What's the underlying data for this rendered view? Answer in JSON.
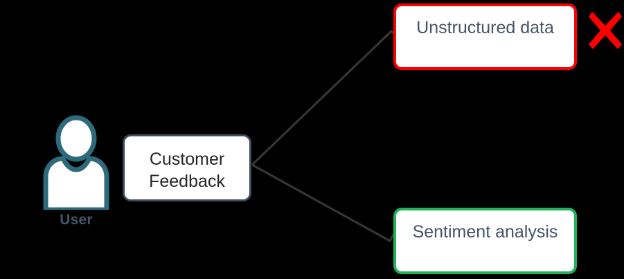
{
  "diagram": {
    "type": "flow-diagram",
    "background_color": "#000000",
    "actor": {
      "icon": "user-person-icon",
      "label": "User",
      "label_color": "#44546a",
      "icon_color": "#2d6a7c"
    },
    "nodes": [
      {
        "id": "customer-feedback",
        "label": "Customer\nFeedback",
        "line1": "Customer",
        "line2": "Feedback",
        "border_color": "#3d4a5c",
        "fill_color": "#ffffff",
        "text_color": "#262626"
      },
      {
        "id": "unstructured-data",
        "label": "Unstructured data",
        "border_color": "#fe0000",
        "fill_color": "#ffffff",
        "text_color": "#44546a"
      },
      {
        "id": "sentiment-analysis",
        "label": "Sentiment analysis",
        "border_color": "#1fb457",
        "fill_color": "#ffffff",
        "text_color": "#44546a"
      }
    ],
    "connectors": [
      {
        "id": "feedback-to-unstructured",
        "from": "customer-feedback",
        "to": "unstructured-data",
        "color": "#3a3430",
        "arrowhead": "open"
      },
      {
        "id": "feedback-to-sentiment",
        "from": "customer-feedback",
        "to": "sentiment-analysis",
        "color": "#3a3430",
        "arrowhead": "open"
      }
    ],
    "annotations": [
      {
        "id": "x-mark",
        "icon": "red-x-cross-icon",
        "color": "#fe0000",
        "attached_to": "unstructured-data"
      }
    ]
  }
}
